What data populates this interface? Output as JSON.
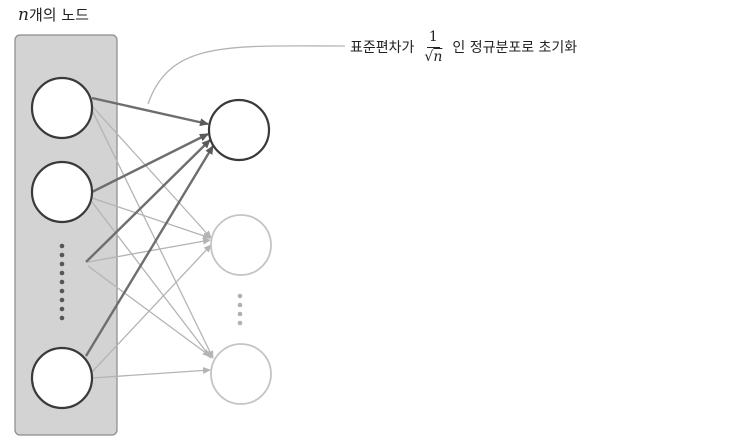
{
  "input_layer": {
    "variable": "n",
    "label": "개의 노드"
  },
  "annotation": {
    "prefix": "표준편차가",
    "fraction_numerator": "1",
    "fraction_denominator_symbol": "√",
    "fraction_denominator_var": "n",
    "suffix": "인 정규분포로 초기화"
  },
  "colors": {
    "panel_fill": "#d3d3d3",
    "panel_border": "#8a8a8a",
    "active_node_stroke": "#3a3a3a",
    "faded_node_stroke": "#c4c4c4",
    "strong_edge": "#6e6e6e",
    "faint_edge": "#b4b4b4",
    "dots_dark": "#555555",
    "dots_light": "#b0b0b0"
  }
}
